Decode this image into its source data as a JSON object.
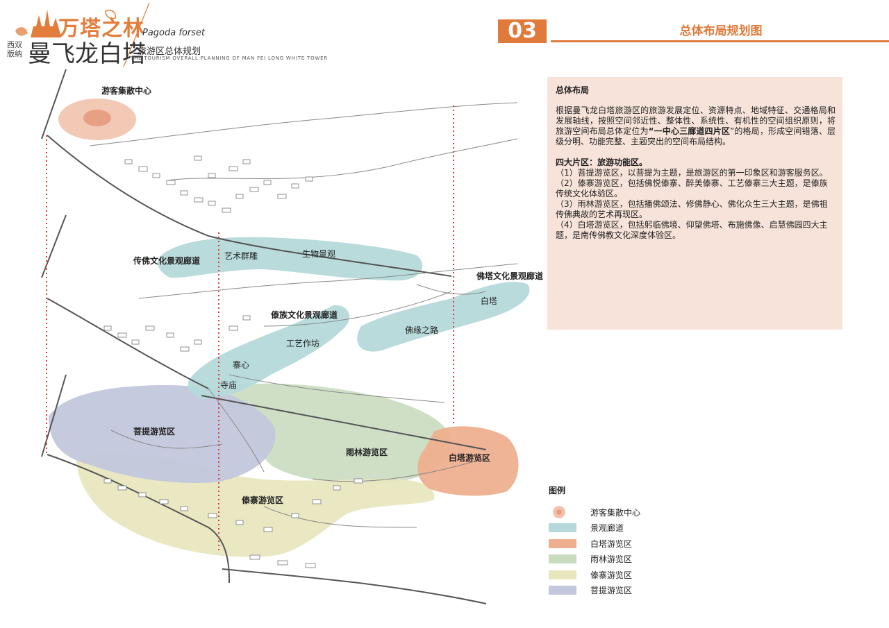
{
  "header": {
    "brand_title": "万塔之林",
    "brand_en": "Pagoda forset",
    "brand_region": "西双版纳",
    "brand_name": "曼飞龙白塔",
    "brand_sub": "旅游区总体规划",
    "brand_en2": "THE TOURISM OVERALL PLANNING OF MAN FEI  LONG WHITE TOWER",
    "section_number": "03",
    "section_title": "总体布局规划图"
  },
  "info_panel": {
    "heading": "总体布局",
    "body_before": "根据曼飞龙白塔旅游区的旅游发展定位、资源特点、地域特征、交通格局和发展轴线，按照空间邻近性、整体性、系统性、有机性的空间组织原则，将旅游空间布局总体定位为",
    "body_highlight": "“一中心三廊道四片区",
    "body_after": "”的格局，形成空间错落、层级分明、功能完整、主题突出的空间布局结构。",
    "sub_heading": "四大片区：旅游功能区。",
    "items": [
      "（1）菩提游览区，以菩提为主题，是旅游区的第一印象区和游客服务区。",
      "（2）傣寨游览区，包括佛悦傣寨、醉美傣寨、工艺傣寨三大主题，是傣族传统文化体验区。",
      "（3）雨林游览区，包括播佛颂法、修佛静心、佛化众生三大主题，是佛祖传佛典故的艺术再现区。",
      "（4）白塔游览区，包括躬临佛境、仰望佛塔、布施佛像、启慧佛园四大主题，是南传佛教文化深度体验区。"
    ]
  },
  "legend": {
    "title": "图例",
    "items": [
      {
        "label": "游客集散中心",
        "color": "#f1c3ad",
        "icon": "dot-circle-icon"
      },
      {
        "label": "景观廊道",
        "color": "#b5d9da"
      },
      {
        "label": "白塔游览区",
        "color": "#eeaf8f"
      },
      {
        "label": "雨林游览区",
        "color": "#c9dbbf"
      },
      {
        "label": "傣寨游览区",
        "color": "#e8e6bd"
      },
      {
        "label": "菩提游览区",
        "color": "#c3c7dd"
      }
    ]
  },
  "map_labels": {
    "center": "游客集散中心",
    "corridor_buddha": "传佛文化景观廊道",
    "art": "艺术群雕",
    "bio": "生物景观",
    "corridor_pagoda": "佛塔文化景观廊道",
    "white_pagoda": "白塔",
    "corridor_dai": "傣族文化景观廊道",
    "fo_road": "佛缘之路",
    "craft": "工艺作坊",
    "village_center": "寨心",
    "temple": "寺庙",
    "zone_bodhi": "菩提游览区",
    "zone_rainforest": "雨林游览区",
    "zone_white_pagoda": "白塔游览区",
    "zone_dai": "傣寨游览区"
  }
}
